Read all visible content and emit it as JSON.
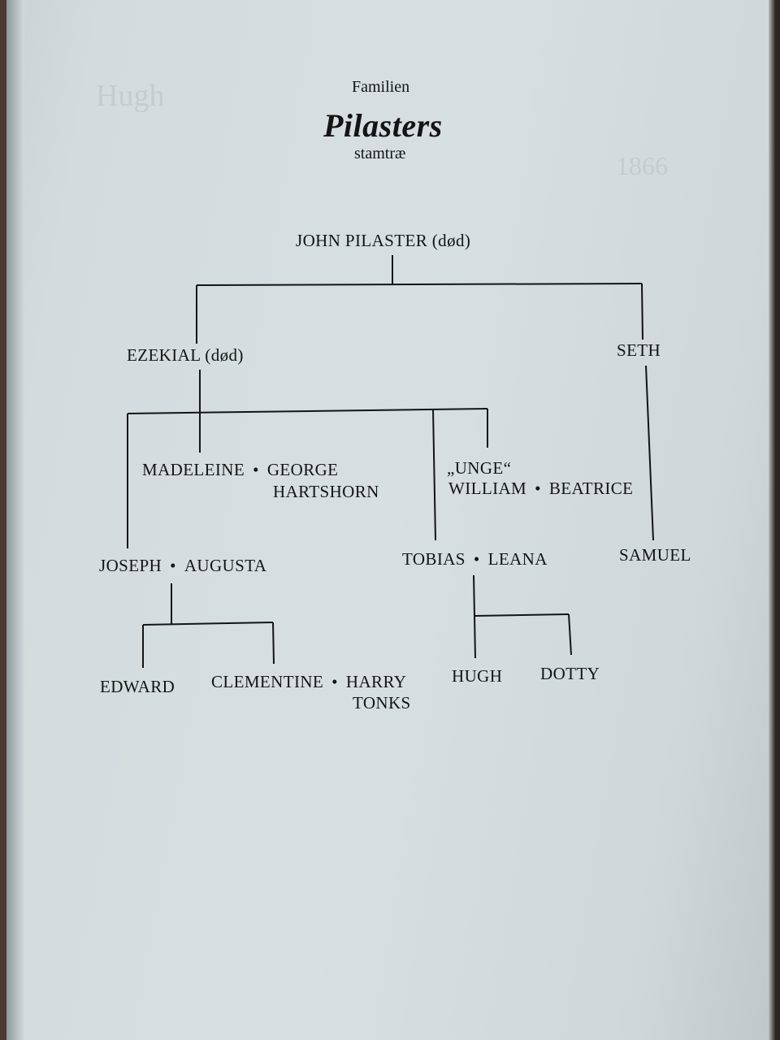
{
  "header": {
    "pretitle": "Familien",
    "title": "Pilasters",
    "subtitle": "stamtræ"
  },
  "tree": {
    "john": "JOHN PILASTER (død)",
    "ezekial": "EZEKIAL (død)",
    "seth": "SETH",
    "madeleine": "MADELEINE",
    "george_line1": "GEORGE",
    "george_line2": "HARTSHORN",
    "unge": "„UNGE“",
    "william": "WILLIAM",
    "beatrice": "BEATRICE",
    "joseph": "JOSEPH",
    "augusta": "AUGUSTA",
    "tobias": "TOBIAS",
    "leana": "LEANA",
    "samuel": "SAMUEL",
    "edward": "EDWARD",
    "clementine": "CLEMENTINE",
    "harry_line1": "HARRY",
    "harry_line2": "TONKS",
    "hugh": "HUGH",
    "dotty": "DOTTY"
  },
  "marriage_symbol": "•",
  "show_through": {
    "word": "Hugh",
    "year": "1866"
  },
  "colors": {
    "paper": "#d7dfe1",
    "ink": "#141414"
  }
}
